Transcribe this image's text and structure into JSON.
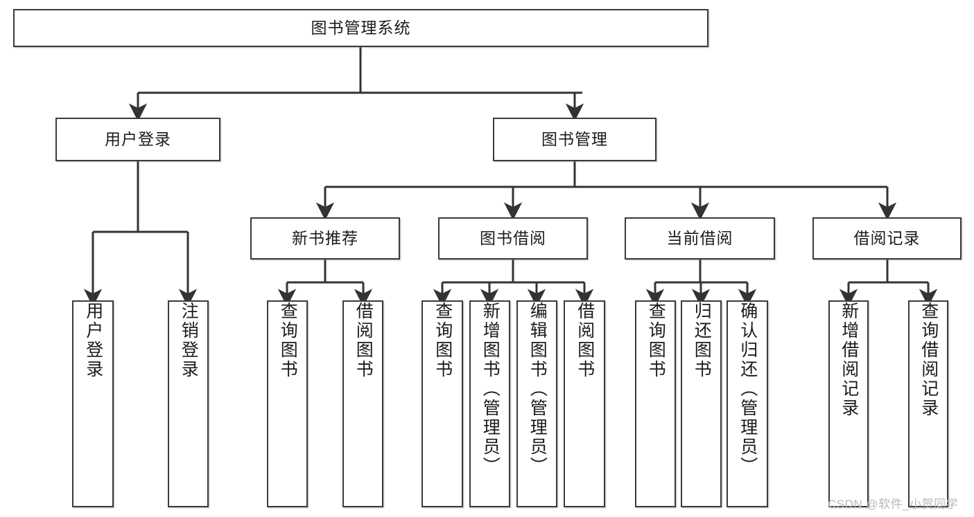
{
  "diagram": {
    "type": "tree-hierarchy",
    "title": "图书管理系统",
    "watermark": "CSDN @软件_小贺同学",
    "style": {
      "border_color": "#3a3a3a",
      "background": "#ffffff",
      "text_color": "#1b1b1b",
      "watermark_color": "#b9b9b9"
    },
    "nodes": {
      "root": {
        "label": "图书管理系统",
        "level": 0
      },
      "user_login": {
        "label": "用户登录",
        "level": 1
      },
      "book_manage": {
        "label": "图书管理",
        "level": 1
      },
      "new_book_rec": {
        "label": "新书推荐",
        "level": 2
      },
      "book_borrow": {
        "label": "图书借阅",
        "level": 2
      },
      "current_borrow": {
        "label": "当前借阅",
        "level": 2
      },
      "borrow_record": {
        "label": "借阅记录",
        "level": 2
      },
      "leaf_user_login": {
        "label": "用户登录",
        "level": 3
      },
      "leaf_logout": {
        "label": "注销登录",
        "level": 3
      },
      "leaf_query_book_1": {
        "label": "查询图书",
        "level": 3
      },
      "leaf_borrow_book_1": {
        "label": "借阅图书",
        "level": 3
      },
      "leaf_query_book_2": {
        "label": "查询图书",
        "level": 3
      },
      "leaf_add_book": {
        "label": "新增图书（管理员）",
        "level": 3
      },
      "leaf_edit_book": {
        "label": "编辑图书（管理员）",
        "level": 3
      },
      "leaf_borrow_book_2": {
        "label": "借阅图书",
        "level": 3
      },
      "leaf_query_book_3": {
        "label": "查询图书",
        "level": 3
      },
      "leaf_return_book": {
        "label": "归还图书",
        "level": 3
      },
      "leaf_confirm_return": {
        "label": "确认归还（管理员）",
        "level": 3
      },
      "leaf_add_record": {
        "label": "新增借阅记录",
        "level": 3
      },
      "leaf_query_record": {
        "label": "查询借阅记录",
        "level": 3
      }
    },
    "edges": [
      {
        "from": "root",
        "to": "user_login"
      },
      {
        "from": "root",
        "to": "book_manage"
      },
      {
        "from": "user_login",
        "to": "leaf_user_login"
      },
      {
        "from": "user_login",
        "to": "leaf_logout"
      },
      {
        "from": "book_manage",
        "to": "new_book_rec"
      },
      {
        "from": "book_manage",
        "to": "book_borrow"
      },
      {
        "from": "book_manage",
        "to": "current_borrow"
      },
      {
        "from": "book_manage",
        "to": "borrow_record"
      },
      {
        "from": "new_book_rec",
        "to": "leaf_query_book_1"
      },
      {
        "from": "new_book_rec",
        "to": "leaf_borrow_book_1"
      },
      {
        "from": "book_borrow",
        "to": "leaf_query_book_2"
      },
      {
        "from": "book_borrow",
        "to": "leaf_add_book"
      },
      {
        "from": "book_borrow",
        "to": "leaf_edit_book"
      },
      {
        "from": "book_borrow",
        "to": "leaf_borrow_book_2"
      },
      {
        "from": "current_borrow",
        "to": "leaf_query_book_3"
      },
      {
        "from": "current_borrow",
        "to": "leaf_return_book"
      },
      {
        "from": "current_borrow",
        "to": "leaf_confirm_return"
      },
      {
        "from": "borrow_record",
        "to": "leaf_add_record"
      },
      {
        "from": "borrow_record",
        "to": "leaf_query_record"
      }
    ]
  }
}
